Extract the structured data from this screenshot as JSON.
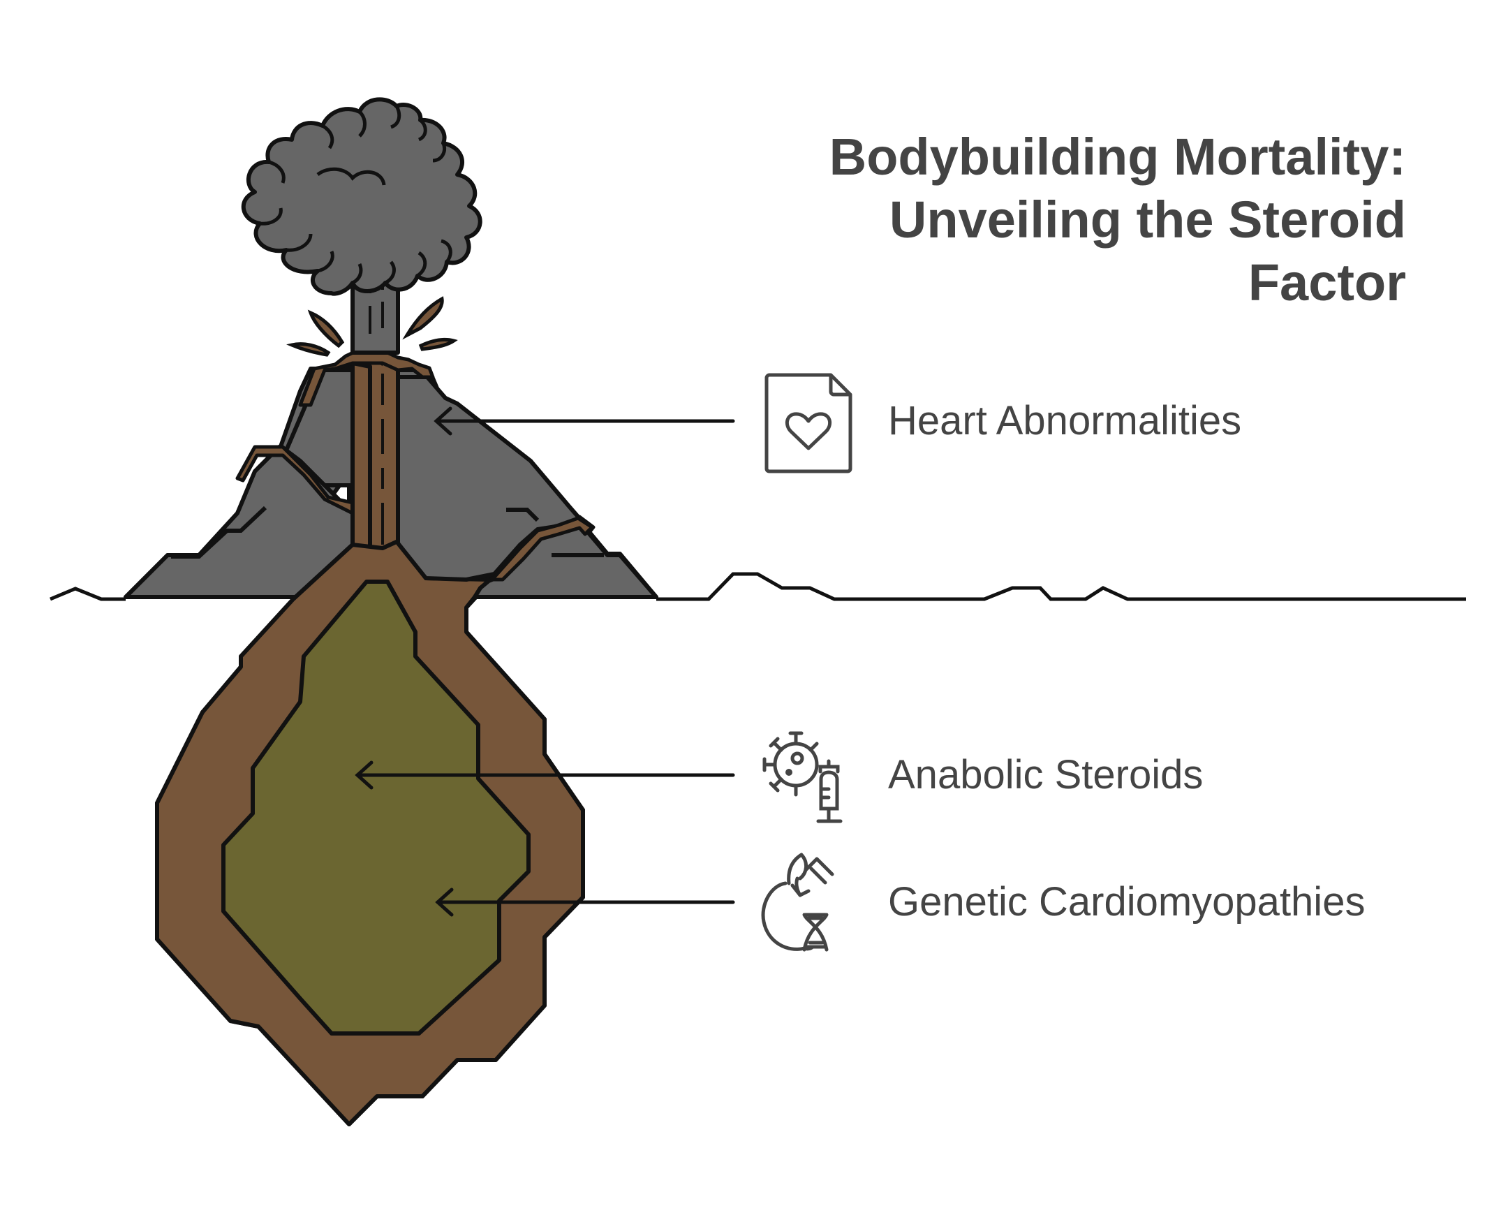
{
  "title": {
    "line1": "Bodybuilding Mortality:",
    "line2": "Unveiling the Steroid",
    "line3": "Factor"
  },
  "items": [
    {
      "label": "Heart Abnormalities",
      "icon": "heart-document-icon"
    },
    {
      "label": "Anabolic Steroids",
      "icon": "virus-syringe-icon"
    },
    {
      "label": "Genetic Cardiomyopathies",
      "icon": "apple-dna-icon"
    }
  ],
  "colors": {
    "smoke": "#666666",
    "mountain": "#666666",
    "magma": "#77563a",
    "chamber": "#6b6631",
    "outline": "#111111",
    "text": "#444444"
  }
}
